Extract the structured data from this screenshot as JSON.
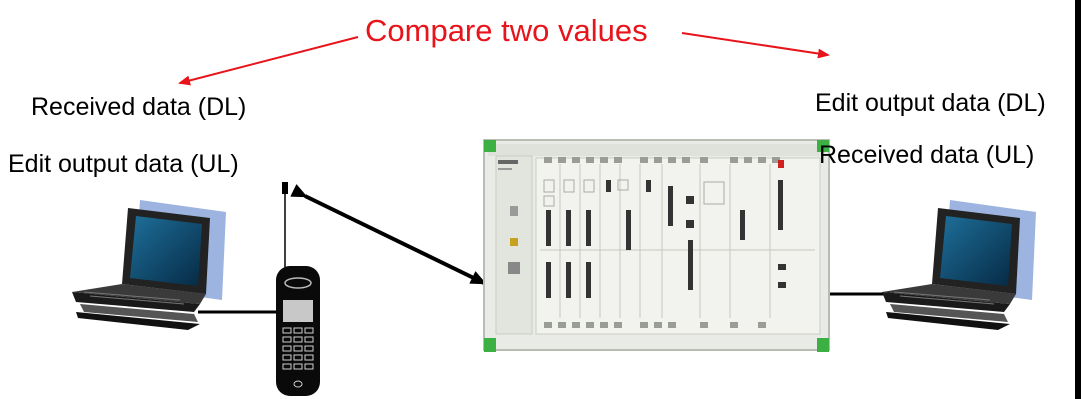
{
  "title": "Compare two values",
  "labels": {
    "left_dl": "Received data (DL)",
    "left_ul": "Edit output data (UL)",
    "right_dl": "Edit output data (DL)",
    "right_ul": "Received data (UL)"
  },
  "icons": {
    "left_laptop": "laptop-icon",
    "right_laptop": "laptop-icon",
    "phone": "mobile-phone-icon",
    "tester": "test-instrument-icon"
  },
  "colors": {
    "title": "#e8141b",
    "arrow_red": "#e8141b",
    "arrow_black": "#000000"
  }
}
